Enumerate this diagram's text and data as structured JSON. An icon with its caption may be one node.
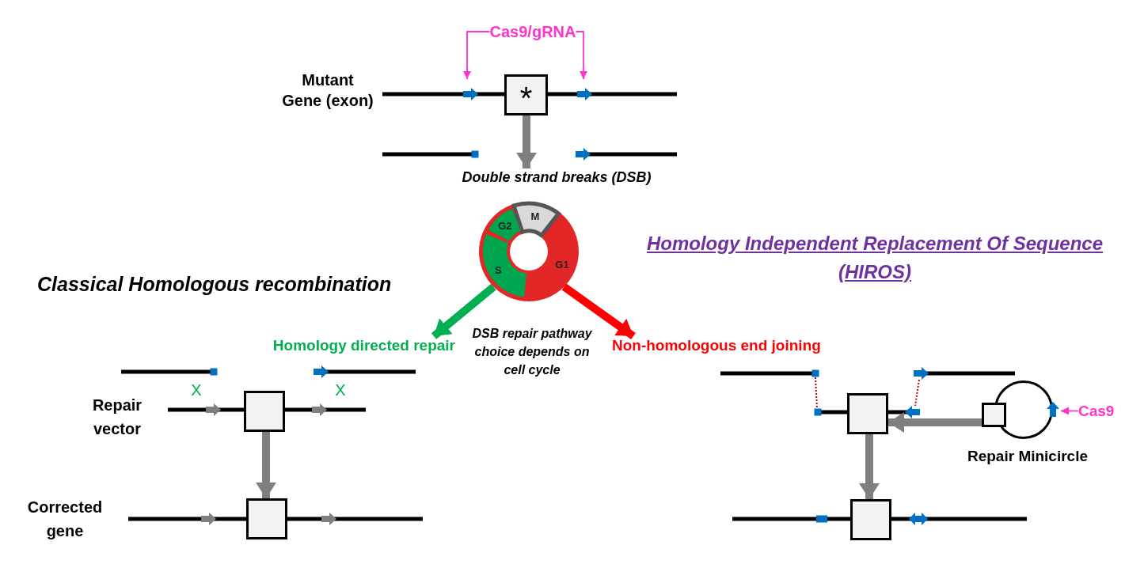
{
  "diagram": {
    "nodes": [
      {
        "text": [
          "Cas9/gRNA"
        ]
      },
      {
        "text": [
          "*"
        ]
      },
      {
        "text": [
          "Double strand breaks (DSB)"
        ]
      },
      {
        "text": [],
        "shape": "circle"
      },
      {
        "text": [
          "M"
        ],
        "in": 3
      },
      {
        "text": [
          "G2"
        ],
        "in": 3
      },
      {
        "text": [
          "S"
        ],
        "in": 3
      },
      {
        "text": [
          "G1"
        ],
        "in": 3
      },
      {
        "text": [
          "Homology directed repair"
        ]
      },
      {
        "text": [
          "Non-homologous end joining"
        ]
      },
      {
        "text": [],
        "shape": "box"
      },
      {
        "text": [],
        "shape": "box"
      },
      {
        "text": [],
        "shape": "box"
      },
      {
        "text": [],
        "shape": "circle"
      },
      {
        "text": [
          "Cas9"
        ]
      },
      {
        "text": [],
        "shape": "box"
      },
      {
        "text": [],
        "shape": "box"
      }
    ],
    "edges": [
      {
        "from": 0,
        "to": null,
        "arrow": "to",
        "color": "#ff33cc"
      },
      {
        "from": 0,
        "to": null,
        "arrow": "to",
        "color": "#ff33cc"
      },
      {
        "from": 1,
        "to": 2,
        "arrow": "to"
      },
      {
        "from": 6,
        "to": 8,
        "arrow": "to",
        "color": "#00b050"
      },
      {
        "from": 7,
        "to": 9,
        "arrow": "to",
        "color": "#ff0000"
      },
      {
        "from": 12,
        "to": 11,
        "arrow": "to"
      },
      {
        "from": 10,
        "to": 15,
        "arrow": "to"
      },
      {
        "from": 11,
        "to": 16,
        "arrow": "to"
      },
      {
        "from": 14,
        "to": null,
        "arrow": "to",
        "color": "#ff33cc"
      }
    ],
    "labels": [
      "Mutant Gene (exon)",
      "Homology Independent Replacement Of Sequence (HIROS)",
      "Classical Homologous recombination",
      "DSB repair pathway choice depends on cell cycle",
      "X",
      "X",
      "Repair vector",
      "Repair Minicircle",
      "Corrected gene"
    ]
  }
}
